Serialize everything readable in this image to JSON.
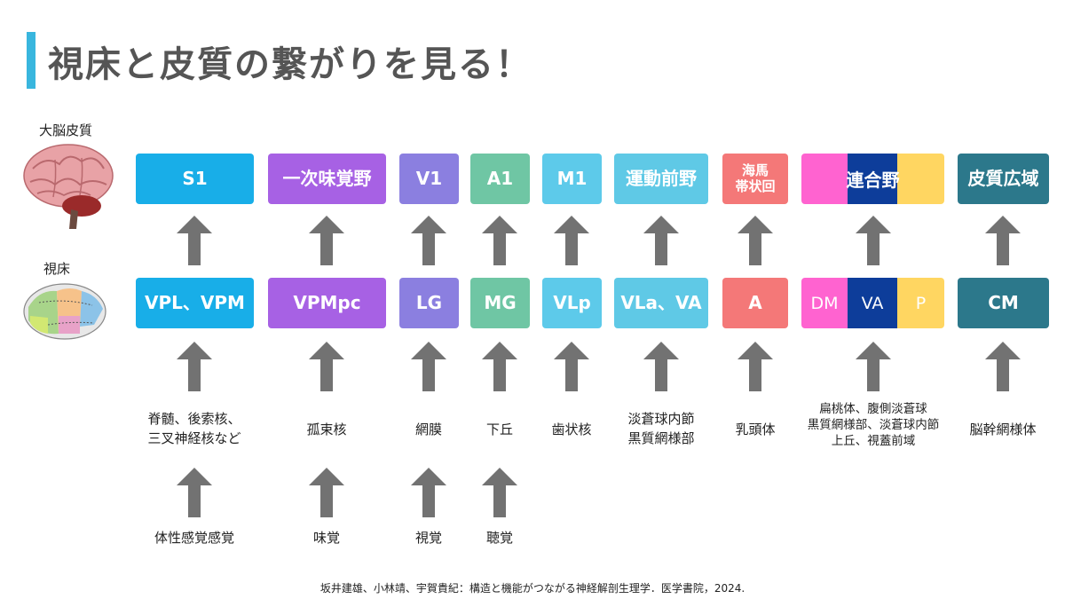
{
  "title": "視床と皮質の繋がりを見る！",
  "labels": {
    "cortex": "大脳皮質",
    "thalamus": "視床"
  },
  "colors": {
    "accent": "#39b6de",
    "s1": "#18aee8",
    "taste": "#a761e4",
    "v1": "#8b7fe0",
    "a1": "#6fc6a4",
    "m1": "#5dcaea",
    "premotor": "#5fc9e6",
    "limbic": "#f47878",
    "dm": "#ff63d0",
    "va": "#0d3d9a",
    "p": "#ffd661",
    "cm": "#2c788b",
    "arrow": "#727272"
  },
  "cortex_boxes": {
    "s1": "S1",
    "taste": "一次味覚野",
    "v1": "V1",
    "a1": "A1",
    "m1": "M1",
    "premotor": "運動前野",
    "cingulate_1": "海馬",
    "cingulate_2": "帯状回",
    "association": "連合野",
    "wide": "皮質広域"
  },
  "thalamus_boxes": {
    "vpl": "VPL、VPM",
    "vpmpc": "VPMpc",
    "lg": "LG",
    "mg": "MG",
    "vlp": "VLp",
    "vla": "VLa、VA",
    "a": "A",
    "dm": "DM",
    "va": "VA",
    "p": "P",
    "cm": "CM"
  },
  "inputs": {
    "col1_line1": "脊髄、後索核、",
    "col1_line2": "三叉神経核など",
    "col2": "孤束核",
    "col3": "網膜",
    "col4": "下丘",
    "col5": "歯状核",
    "col6_line1": "淡蒼球内節",
    "col6_line2": "黒質網様部",
    "col7": "乳頭体",
    "col8_line1": "扁桃体、腹側淡蒼球",
    "col8_line2": "黒質網様部、淡蒼球内節",
    "col8_line3": "上丘、視蓋前域",
    "col9": "脳幹網様体"
  },
  "senses": {
    "col1": "体性感覚感覚",
    "col2": "味覚",
    "col3": "視覚",
    "col4": "聴覚"
  },
  "citation": "坂井建雄、小林靖、宇賀貴紀：構造と機能がつながる神経解剖生理学．医学書院，2024."
}
